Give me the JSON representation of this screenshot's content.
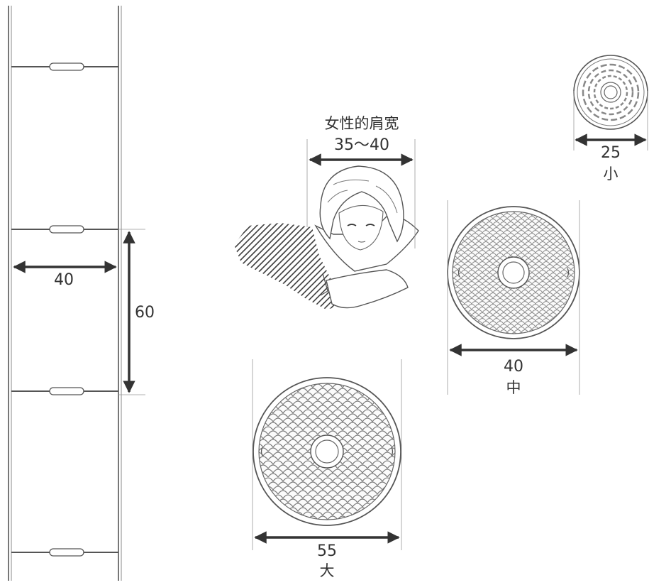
{
  "ladder": {
    "width_label": "40",
    "rung_spacing_label": "60"
  },
  "shoulder": {
    "title": "女性的肩宽",
    "range_label": "35～40"
  },
  "covers": {
    "small": {
      "size": "25",
      "name": "小"
    },
    "medium": {
      "size": "40",
      "name": "中"
    },
    "large": {
      "size": "55",
      "name": "大"
    }
  }
}
